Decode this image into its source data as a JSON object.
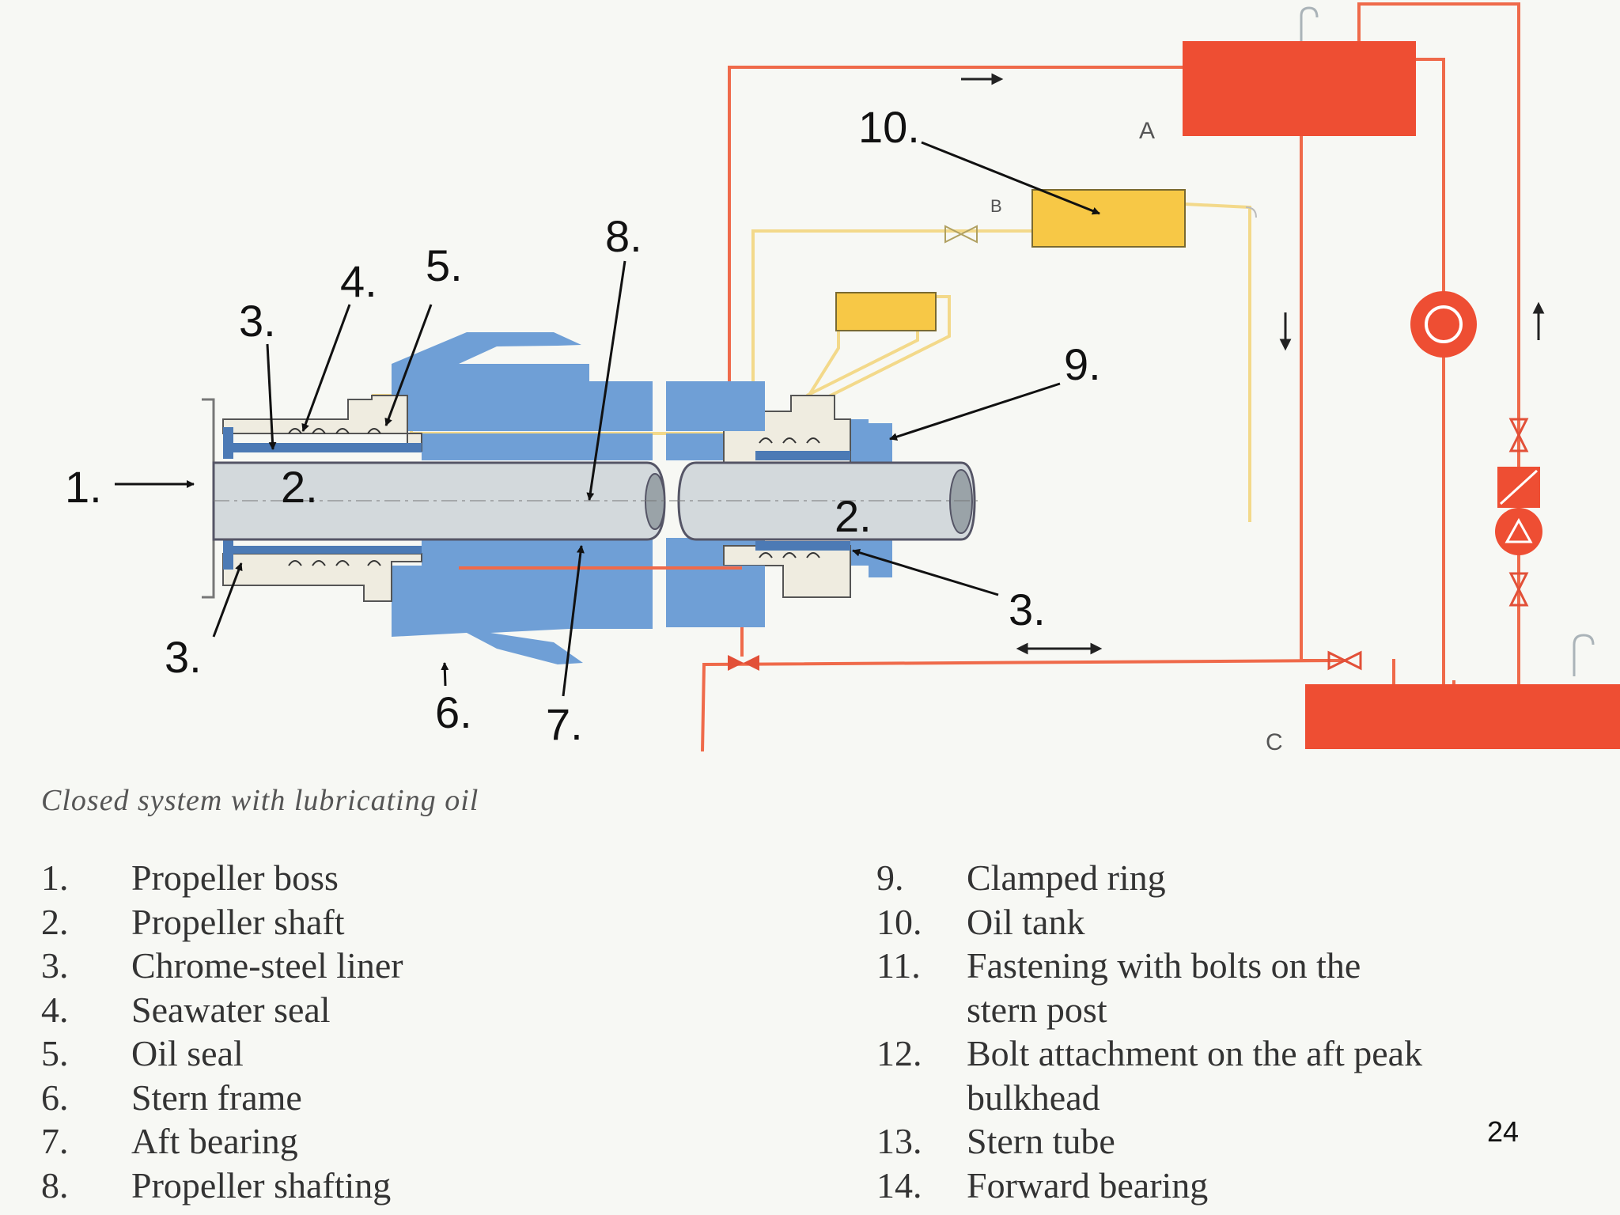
{
  "diagram": {
    "callouts": {
      "c1": "1.",
      "c2a": "2.",
      "c2b": "2.",
      "c3a": "3.",
      "c3b": "3.",
      "c3c": "3.",
      "c4": "4.",
      "c5": "5.",
      "c6": "6.",
      "c7": "7.",
      "c8": "8.",
      "c9": "9.",
      "c10": "10."
    },
    "tanks": {
      "A": "A",
      "B": "B",
      "C": "C"
    },
    "colors": {
      "tank_red": "#ee4e33",
      "line_red": "#ef6a4a",
      "tank_yellow": "#f7c846",
      "line_yellow": "#f3d98a",
      "steel_blue": "#6f9fd6",
      "shaft_grey": "#d3d9dc",
      "seal_cream": "#efece0"
    }
  },
  "caption": "Closed system with lubricating oil",
  "legend_left": [
    {
      "num": "1.",
      "text": "Propeller boss"
    },
    {
      "num": "2.",
      "text": "Propeller shaft"
    },
    {
      "num": "3.",
      "text": "Chrome-steel liner"
    },
    {
      "num": "4.",
      "text": "Seawater seal"
    },
    {
      "num": "5.",
      "text": "Oil seal"
    },
    {
      "num": "6.",
      "text": "Stern frame"
    },
    {
      "num": "7.",
      "text": "Aft bearing"
    },
    {
      "num": "8.",
      "text": "Propeller shafting"
    }
  ],
  "legend_right": [
    {
      "num": "9.",
      "text": "Clamped ring"
    },
    {
      "num": "10.",
      "text": "Oil tank"
    },
    {
      "num": "11.",
      "text": "Fastening with bolts on the"
    },
    {
      "num": "",
      "text": "stern post"
    },
    {
      "num": "12.",
      "text": "Bolt attachment on the aft peak"
    },
    {
      "num": "",
      "text": "bulkhead"
    },
    {
      "num": "13.",
      "text": "Stern tube"
    },
    {
      "num": "14.",
      "text": "Forward bearing"
    }
  ],
  "page_number": "24"
}
